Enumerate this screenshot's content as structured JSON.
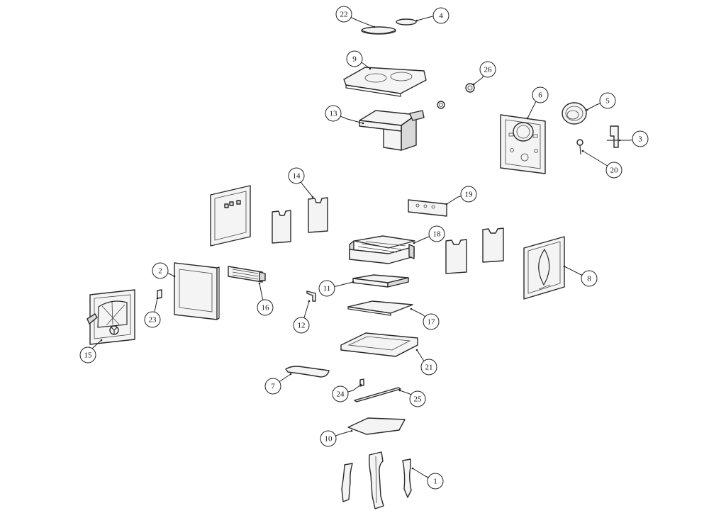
{
  "callouts": [
    "22",
    "4",
    "9",
    "26",
    "13",
    "6",
    "5",
    "3",
    "20",
    "14",
    "19",
    "18",
    "8",
    "2",
    "16",
    "11",
    "23",
    "12",
    "17",
    "15",
    "21",
    "7",
    "24",
    "25",
    "10",
    "1"
  ]
}
